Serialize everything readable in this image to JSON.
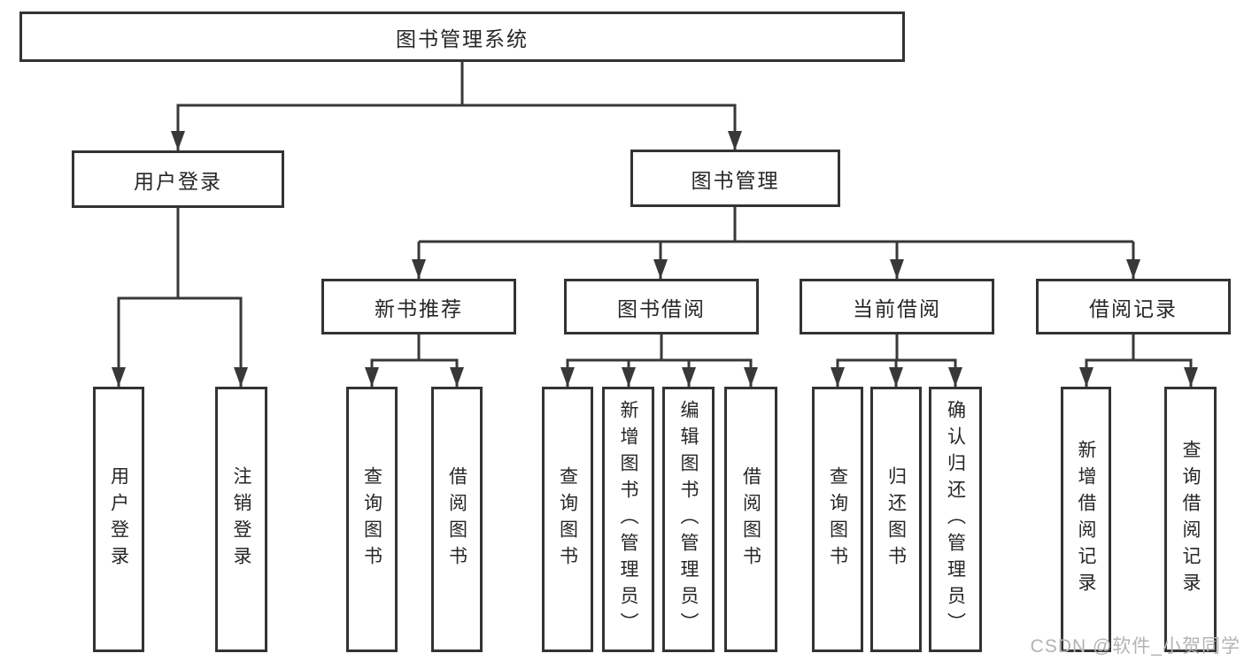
{
  "diagram": {
    "root": {
      "label": "图书管理系统"
    },
    "branches": [
      {
        "label": "用户登录",
        "children": [
          {
            "label": "用户登录"
          },
          {
            "label": "注销登录"
          }
        ]
      },
      {
        "label": "图书管理",
        "children": [
          {
            "label": "新书推荐",
            "children": [
              {
                "label": "查询图书"
              },
              {
                "label": "借阅图书"
              }
            ]
          },
          {
            "label": "图书借阅",
            "children": [
              {
                "label": "查询图书"
              },
              {
                "label": "新增图书（管理员）"
              },
              {
                "label": "编辑图书（管理员）"
              },
              {
                "label": "借阅图书"
              }
            ]
          },
          {
            "label": "当前借阅",
            "children": [
              {
                "label": "查询图书"
              },
              {
                "label": "归还图书"
              },
              {
                "label": "确认归还（管理员）"
              }
            ]
          },
          {
            "label": "借阅记录",
            "children": [
              {
                "label": "新增借阅记录"
              },
              {
                "label": "查询借阅记录"
              }
            ]
          }
        ]
      }
    ]
  },
  "watermark": {
    "text": "CSDN @软件_小贺同学"
  },
  "colors": {
    "line": "#383838",
    "border": "#333333",
    "text": "#262626",
    "watermark": "#b3b3b3",
    "background": "#ffffff"
  }
}
